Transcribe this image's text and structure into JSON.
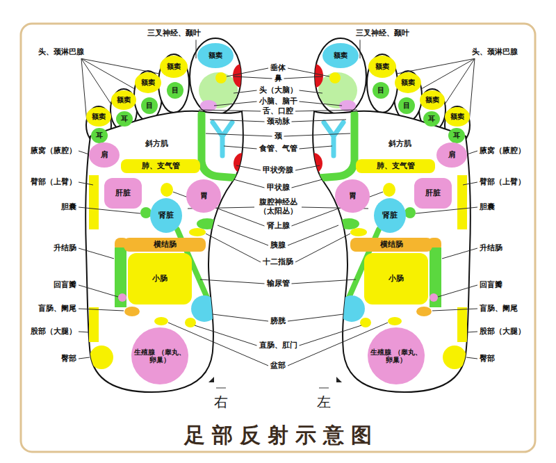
{
  "diagram": {
    "title": "足部反射示意图",
    "nodes": [
      {
        "text": [
          "右"
        ]
      },
      {
        "text": [
          "额窦"
        ],
        "in": 0
      },
      {
        "text": [
          "额窦"
        ],
        "in": 0
      },
      {
        "text": [
          "目"
        ],
        "in": 0
      },
      {
        "text": [
          "额窦"
        ],
        "in": 0
      },
      {
        "text": [
          "目"
        ],
        "in": 0
      },
      {
        "text": [
          "额窦"
        ],
        "in": 0
      },
      {
        "text": [
          "耳"
        ],
        "in": 0
      },
      {
        "text": [
          "额窦"
        ],
        "in": 0
      },
      {
        "text": [
          "耳"
        ],
        "in": 0
      },
      {
        "text": [
          "肩"
        ],
        "in": 0
      },
      {
        "text": [
          "肺、支气管"
        ],
        "in": 0
      },
      {
        "text": [
          "肝脏"
        ],
        "in": 0
      },
      {
        "text": [
          "胃"
        ],
        "in": 0
      },
      {
        "text": [
          "肾脏"
        ],
        "in": 0
      },
      {
        "text": [
          "横结肠"
        ],
        "in": 0
      },
      {
        "text": [
          "小肠"
        ],
        "in": 0
      },
      {
        "text": [
          "生殖腺 （睾丸、卵巢）"
        ],
        "in": 0
      },
      {
        "text": [
          "左"
        ]
      },
      {
        "text": [
          "额窦"
        ],
        "in": 18
      },
      {
        "text": [
          "额窦"
        ],
        "in": 18
      },
      {
        "text": [
          "目"
        ],
        "in": 18
      },
      {
        "text": [
          "额窦"
        ],
        "in": 18
      },
      {
        "text": [
          "目"
        ],
        "in": 18
      },
      {
        "text": [
          "额窦"
        ],
        "in": 18
      },
      {
        "text": [
          "耳"
        ],
        "in": 18
      },
      {
        "text": [
          "额窦"
        ],
        "in": 18
      },
      {
        "text": [
          "耳"
        ],
        "in": 18
      },
      {
        "text": [
          "肩"
        ],
        "in": 18
      },
      {
        "text": [
          "肺、支气管"
        ],
        "in": 18
      },
      {
        "text": [
          "肝脏"
        ],
        "in": 18
      },
      {
        "text": [
          "胃"
        ],
        "in": 18
      },
      {
        "text": [
          "肾脏"
        ],
        "in": 18
      },
      {
        "text": [
          "横结肠"
        ],
        "in": 18
      },
      {
        "text": [
          "小肠"
        ],
        "in": 18
      },
      {
        "text": [
          "生殖腺 （睾丸、卵巢）"
        ],
        "in": 18
      }
    ],
    "labels": [
      "三叉神经、颞叶",
      "三叉神经、颞叶",
      "头、颈淋巴腺",
      "头、颈淋巴腺",
      "垂体",
      "鼻",
      "头（大脑）",
      "小脑、脑干",
      "舌、口腔",
      "颈动脉",
      "颈",
      "斜方肌",
      "斜方肌",
      "食管、气管",
      "腋窝（腋腔）",
      "腋窝（腋腔）",
      "甲状旁腺",
      "臂部（上臂）",
      "臂部（上臂）",
      "甲状腺",
      "腹腔神经丛 （太阳丛）",
      "胆囊",
      "胆囊",
      "肾上腺",
      "胰腺",
      "升结肠",
      "升结肠",
      "十二指肠",
      "输尿管",
      "回盲瓣",
      "回盲瓣",
      "盲肠、阑尾",
      "盲肠、阑尾",
      "膀胱",
      "股部（大腿）",
      "股部（大腿）",
      "直肠、肛门",
      "臀部",
      "臀部",
      "盆部"
    ]
  }
}
